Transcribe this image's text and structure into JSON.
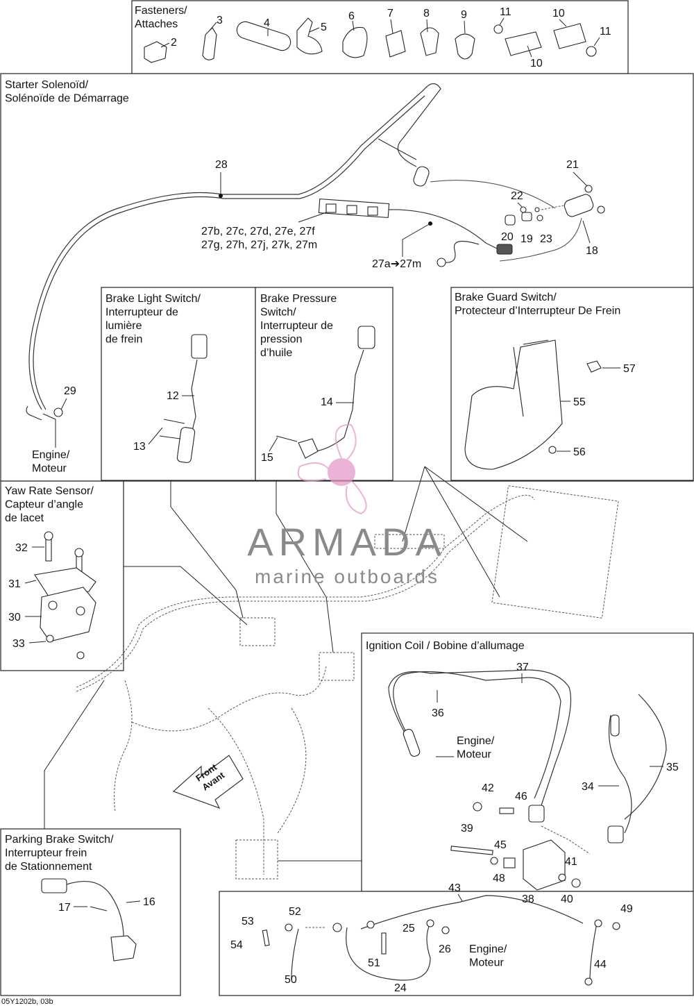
{
  "panels": {
    "fasteners": "Fasteners/|Attaches",
    "starter": "Starter Solenoïd/|Solénoïde de Démarrage",
    "brake_light": "Brake Light Switch/|Interrupteur de|lumière|de frein",
    "brake_pressure": "Brake Pressure|Switch/|Interrupteur de|pression|d’huile",
    "brake_guard": "Brake Guard Switch/|Protecteur d’Interrupteur De Frein",
    "yaw": "Yaw Rate Sensor/|Capteur d’angle|de lacet",
    "ignition": "Ignition Coil / Bobine d’allumage",
    "parking": "Parking Brake Switch/|Interrupteur frein|de Stationnement"
  },
  "labels": {
    "engine_moteur": "Engine/|Moteur",
    "front_avant": "Front|Avant",
    "wire_27_list": "27b, 27c, 27d, 27e, 27f|27g, 27h, 27j, 27k, 27m",
    "wire_27_range": "27a➔27m"
  },
  "callouts": {
    "c2": "2",
    "c3": "3",
    "c4": "4",
    "c5": "5",
    "c6": "6",
    "c7": "7",
    "c8": "8",
    "c9": "9",
    "c10a": "10",
    "c10b": "10",
    "c11a": "11",
    "c11b": "11",
    "c12": "12",
    "c13": "13",
    "c14": "14",
    "c15": "15",
    "c16": "16",
    "c17": "17",
    "c18": "18",
    "c19": "19",
    "c20": "20",
    "c21": "21",
    "c22": "22",
    "c23": "23",
    "c24": "24",
    "c25": "25",
    "c26": "26",
    "c28": "28",
    "c29": "29",
    "c30": "30",
    "c31": "31",
    "c32": "32",
    "c33": "33",
    "c34": "34",
    "c35": "35",
    "c36": "36",
    "c37": "37",
    "c38": "38",
    "c39": "39",
    "c40": "40",
    "c41": "41",
    "c42": "42",
    "c43": "43",
    "c44": "44",
    "c45": "45",
    "c46": "46",
    "c48": "48",
    "c49": "49",
    "c50": "50",
    "c51": "51",
    "c52": "52",
    "c53": "53",
    "c54": "54",
    "c55": "55",
    "c56": "56",
    "c57": "57"
  },
  "watermark": {
    "brand": "ARMADA",
    "tagline": "marine outboards",
    "color": "#e59ac7"
  },
  "footer": {
    "code": "05Y1202b, 03b"
  }
}
